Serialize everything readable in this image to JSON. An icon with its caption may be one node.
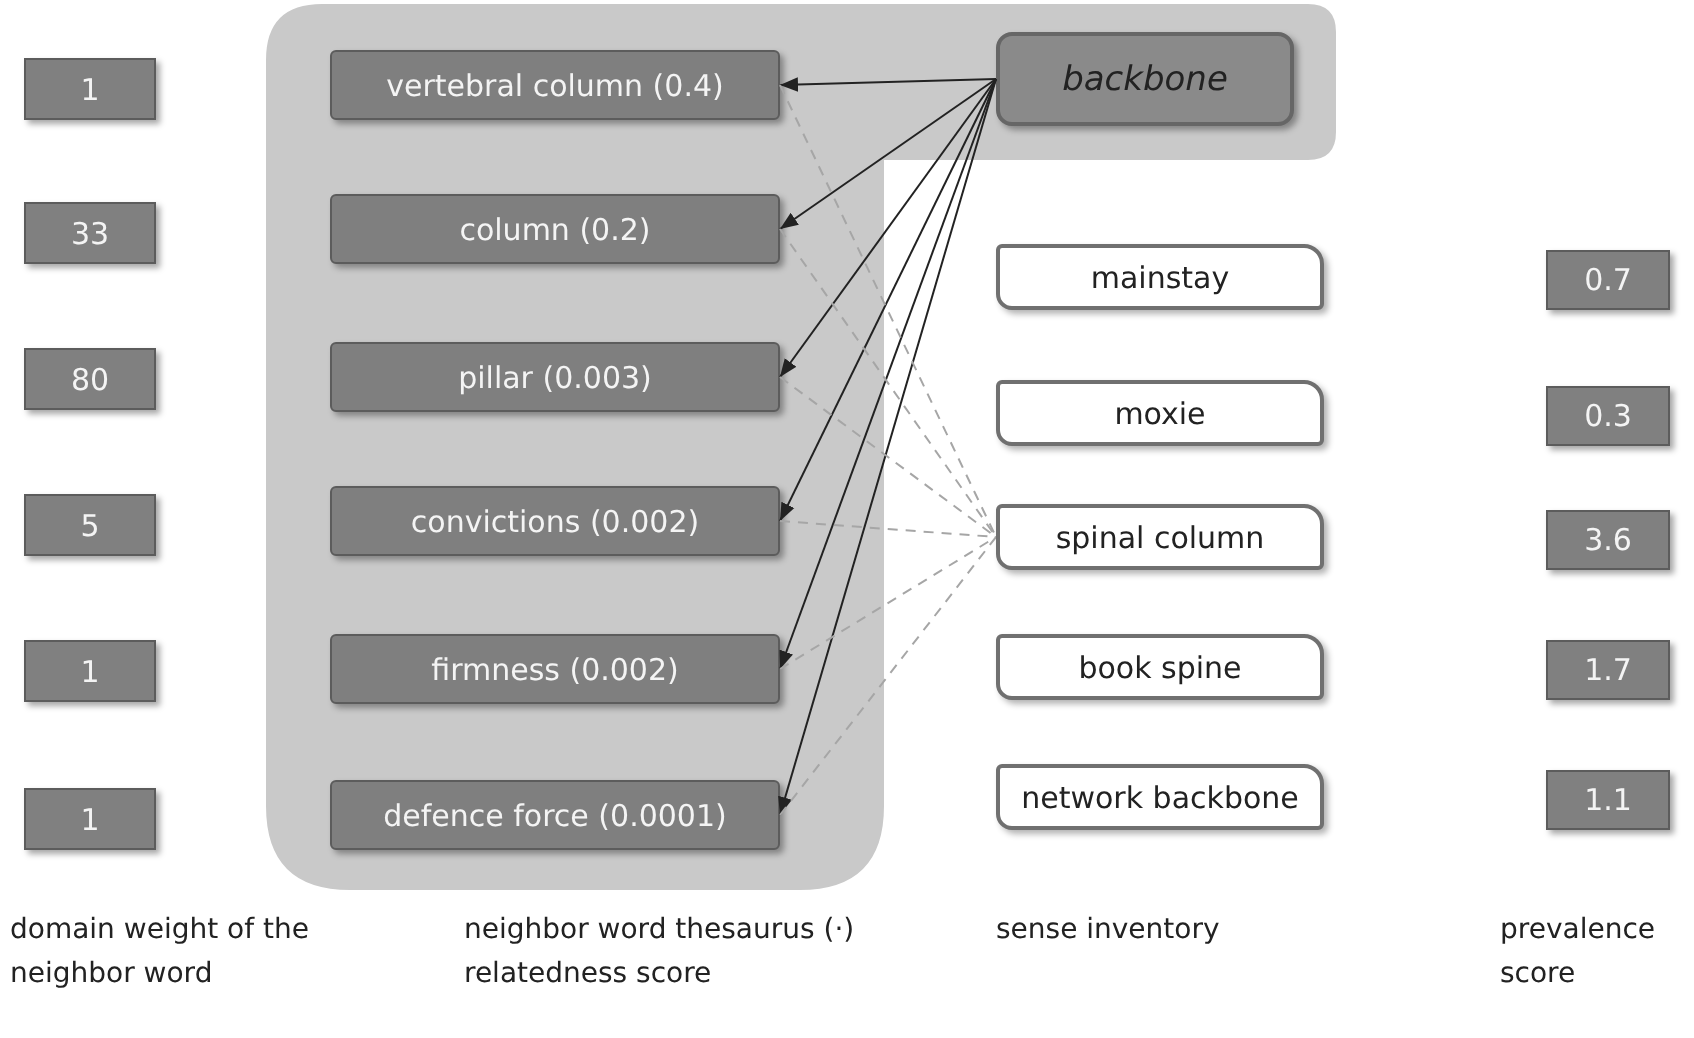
{
  "diagram": {
    "nodes": [
      {
        "text": [],
        "shape": "box"
      },
      {
        "text": [
          "backbone"
        ],
        "in": 0
      },
      {
        "text": [
          "vertebral column (0.4)"
        ],
        "in": 0
      },
      {
        "text": [
          "column (0.2)"
        ],
        "in": 0
      },
      {
        "text": [
          "pillar (0.003)"
        ],
        "in": 0
      },
      {
        "text": [
          "convictions (0.002)"
        ],
        "in": 0
      },
      {
        "text": [
          "firmness (0.002)"
        ],
        "in": 0
      },
      {
        "text": [
          "defence force (0.0001)"
        ],
        "in": 0
      },
      {
        "text": [
          "1"
        ]
      },
      {
        "text": [
          "33"
        ]
      },
      {
        "text": [
          "80"
        ]
      },
      {
        "text": [
          "5"
        ]
      },
      {
        "text": [
          "1"
        ]
      },
      {
        "text": [
          "1"
        ]
      },
      {
        "text": [
          "mainstay"
        ]
      },
      {
        "text": [
          "moxie"
        ]
      },
      {
        "text": [
          "spinal column"
        ]
      },
      {
        "text": [
          "book spine"
        ]
      },
      {
        "text": [
          "network backbone"
        ]
      },
      {
        "text": [
          "0.7"
        ]
      },
      {
        "text": [
          "0.3"
        ]
      },
      {
        "text": [
          "3.6"
        ]
      },
      {
        "text": [
          "1.7"
        ]
      },
      {
        "text": [
          "1.1"
        ]
      }
    ],
    "edges": [
      {
        "from": 1,
        "to": 2,
        "arrow": "to"
      },
      {
        "from": 1,
        "to": 3,
        "arrow": "to"
      },
      {
        "from": 1,
        "to": 4,
        "arrow": "to"
      },
      {
        "from": 1,
        "to": 5,
        "arrow": "to"
      },
      {
        "from": 1,
        "to": 6,
        "arrow": "to"
      },
      {
        "from": 1,
        "to": 7,
        "arrow": "to"
      },
      {
        "from": 2,
        "to": 16,
        "arrow": "none",
        "style": "dashed",
        "color": "#a6a6a6"
      },
      {
        "from": 3,
        "to": 16,
        "arrow": "none",
        "style": "dashed",
        "color": "#a6a6a6"
      },
      {
        "from": 4,
        "to": 16,
        "arrow": "none",
        "style": "dashed",
        "color": "#a6a6a6"
      },
      {
        "from": 5,
        "to": 16,
        "arrow": "none",
        "style": "dashed",
        "color": "#a6a6a6"
      },
      {
        "from": 6,
        "to": 16,
        "arrow": "none",
        "style": "dashed",
        "color": "#a6a6a6"
      },
      {
        "from": 7,
        "to": 16,
        "arrow": "none",
        "style": "dashed",
        "color": "#a6a6a6"
      }
    ],
    "labels": [
      "domain weight of the neighbor word",
      "neighbor word thesaurus (·) relatedness score",
      "sense inventory",
      "prevalence score"
    ]
  }
}
